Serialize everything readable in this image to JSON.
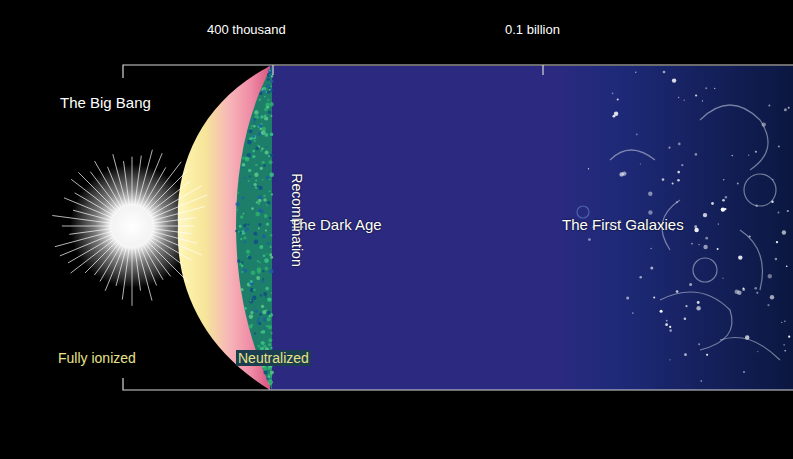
{
  "diagram": {
    "nodes": [
      {
        "text": [
          "Recombination"
        ]
      },
      {
        "text": [
          "The Dark Age"
        ]
      },
      {
        "text": [
          "The First Galaxies"
        ]
      }
    ],
    "labels": [
      "400 thousand",
      "0.1 billion",
      "The Big Bang",
      "Fully ionized",
      "Neutralized"
    ]
  }
}
